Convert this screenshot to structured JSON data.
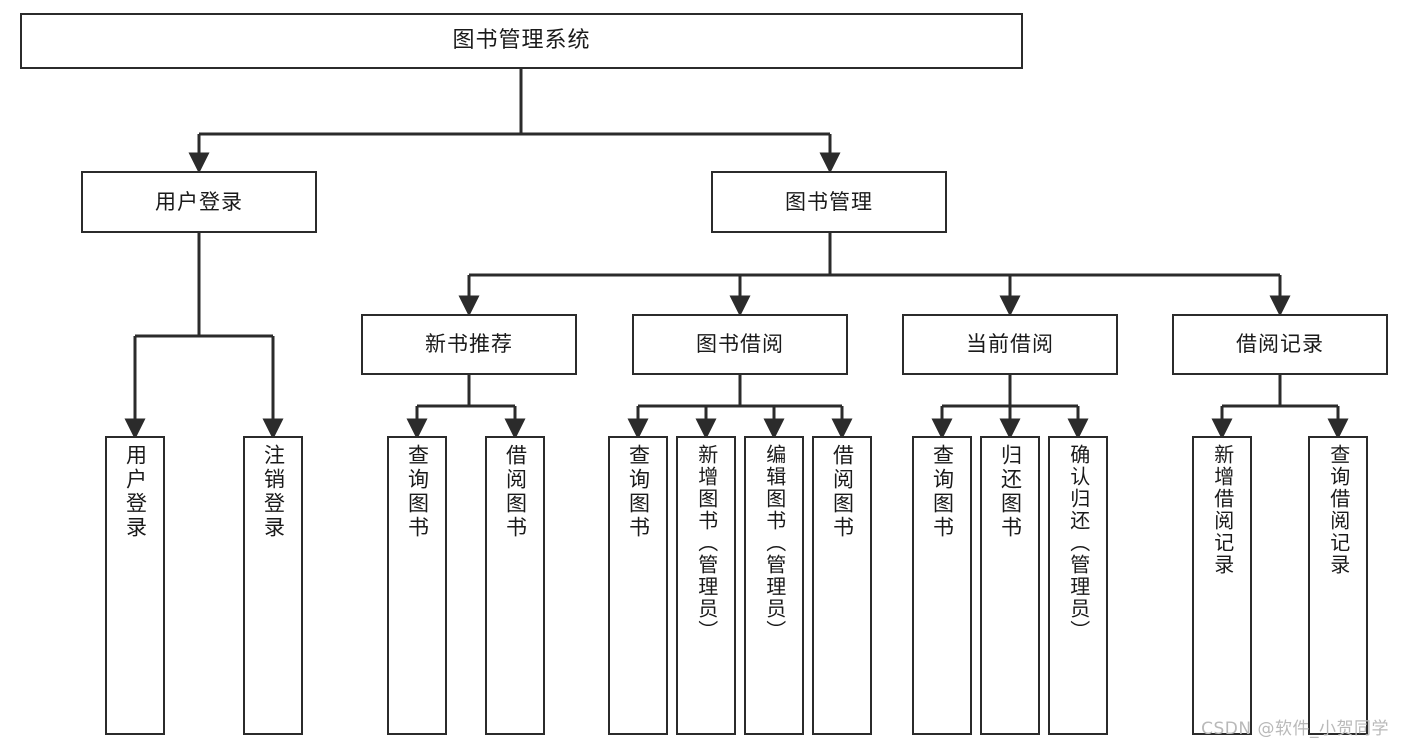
{
  "diagram": {
    "title": "图书管理系统",
    "watermark": "CSDN @软件_小贺同学",
    "line_color": "#2b2b2b",
    "box_border_color": "#2b2b2b",
    "box_fill_color": "#ffffff",
    "text_color": "#1a1a1a",
    "root": {
      "label": "图书管理系统"
    },
    "level2": [
      {
        "label": "用户登录"
      },
      {
        "label": "图书管理"
      }
    ],
    "level3": [
      {
        "label": "新书推荐"
      },
      {
        "label": "图书借阅"
      },
      {
        "label": "当前借阅"
      },
      {
        "label": "借阅记录"
      }
    ],
    "leaves": [
      {
        "label": "用户登录"
      },
      {
        "label": "注销登录"
      },
      {
        "label": "查询图书"
      },
      {
        "label": "借阅图书"
      },
      {
        "label": "查询图书"
      },
      {
        "label": "新增图书（管理员）"
      },
      {
        "label": "编辑图书（管理员）"
      },
      {
        "label": "借阅图书"
      },
      {
        "label": "查询图书"
      },
      {
        "label": "归还图书"
      },
      {
        "label": "确认归还（管理员）"
      },
      {
        "label": "新增借阅记录"
      },
      {
        "label": "查询借阅记录"
      }
    ]
  }
}
